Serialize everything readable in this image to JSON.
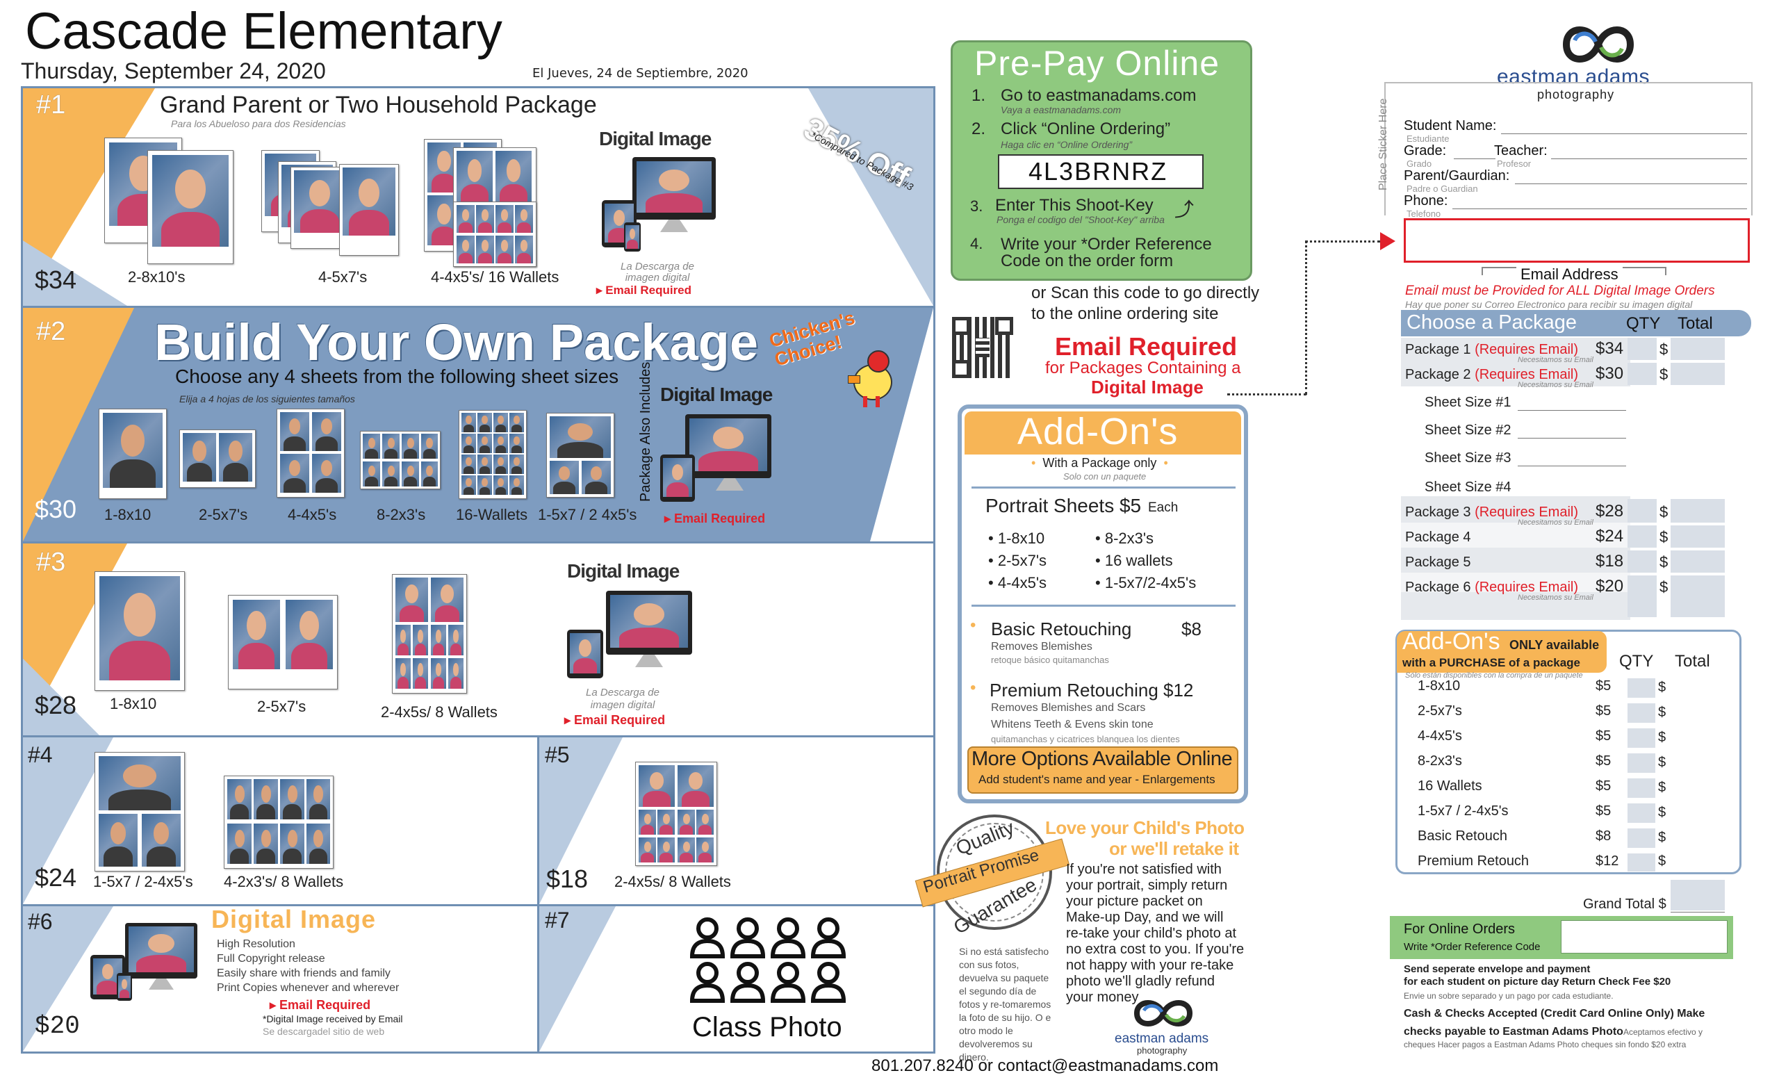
{
  "header": {
    "school": "Cascade Elementary",
    "date": "Thursday, September 24, 2020",
    "date_es": "El Jueves, 24 de Septiembre, 2020"
  },
  "pkg1": {
    "num": "#1",
    "title": "Grand Parent or Two Household Package",
    "title_es": "Para los Abueloso para dos Residencias",
    "discount": "35% Off",
    "discount_note": "*Compared to Package #3",
    "price": "$34",
    "items": [
      "2-8x10's",
      "4-5x7's",
      "4-4x5's/ 16 Wallets"
    ],
    "digital_label": "Digital Image",
    "digital_es": "La Descarga de imagen digital",
    "email_req": "Email Required"
  },
  "pkg2": {
    "num": "#2",
    "title": "Build Your Own Package",
    "badge": "Chicken's Choice!",
    "subtitle": "Choose any 4 sheets from the following sheet sizes",
    "subtitle_es": "Elija a 4 hojas de los siguientes tamaños",
    "price": "$30",
    "items": [
      "1-8x10",
      "2-5x7's",
      "4-4x5's",
      "8-2x3's",
      "16-Wallets",
      "1-5x7 / 2 4x5's"
    ],
    "also": "Package Also Includes",
    "digital_label": "Digital Image",
    "email_req": "Email Required"
  },
  "pkg3": {
    "num": "#3",
    "price": "$28",
    "items": [
      "1-8x10",
      "2-5x7's",
      "2-4x5s/ 8 Wallets"
    ],
    "digital_label": "Digital Image",
    "digital_es": "La Descarga de imagen digital",
    "email_req": "Email Required"
  },
  "pkg4": {
    "num": "#4",
    "price": "$24",
    "items": [
      "1-5x7 / 2-4x5's",
      "4-2x3's/ 8 Wallets"
    ]
  },
  "pkg5": {
    "num": "#5",
    "price": "$18",
    "items": [
      "2-4x5s/ 8 Wallets"
    ]
  },
  "pkg6": {
    "num": "#6",
    "price": "$20",
    "title": "Digital Image",
    "features": [
      "High Resolution",
      "Full Copyright release",
      "Easily share with friends and family",
      "Print Copies whenever and wherever"
    ],
    "email_req": "Email Required",
    "note": "*Digital Image received by Email",
    "note_es": "Se descargadel sitio de web"
  },
  "pkg7": {
    "num": "#7",
    "label": "Class Photo"
  },
  "prepay": {
    "title": "Pre-Pay Online",
    "step1": "Go to eastmanadams.com",
    "step1_es": "Vaya a eastmanadams.com",
    "step2": "Click “Online Ordering”",
    "step2_es": "Haga clic en “Online Ordering”",
    "code": "4L3BRNRZ",
    "step3": "Enter This Shoot-Key",
    "step3_es": "Ponga el codigo del \"Shoot-Key\" arriba",
    "step4a": "Write your *Order Reference",
    "step4b": "Code on the order form",
    "n1": "1.",
    "n2": "2.",
    "n3": "3.",
    "n4": "4."
  },
  "scan": {
    "line1": "or Scan this code to go directly",
    "line2": "to the online ordering site"
  },
  "email_block": {
    "title": "Email Required",
    "line2": "for Packages Containing a",
    "line3": "Digital Image"
  },
  "addons_box": {
    "title": "Add-On's",
    "with_pkg": "With a Package only",
    "with_pkg_es": "Solo con un paquete",
    "sheets_title": "Portrait Sheets $5",
    "each": "Each",
    "sheets_left": [
      "1-8x10",
      "2-5x7's",
      "4-4x5's"
    ],
    "sheets_right": [
      "8-2x3's",
      "16 wallets",
      "1-5x7/2-4x5's"
    ],
    "basic": "Basic Retouching",
    "basic_price": "$8",
    "basic_sub": "Removes Blemishes",
    "basic_es": "retoque básico quitamanchas",
    "premium": "Premium Retouching $12",
    "premium_sub1": "Removes Blemishes and Scars",
    "premium_sub2": "Whitens Teeth & Evens skin tone",
    "premium_es": "quitamanchas y cicatrices blanquea los dientes",
    "more": "More Options Available Online",
    "more_sub": "Add student's name and year - Enlargements"
  },
  "guarantee": {
    "seal_top": "Quality",
    "seal_mid": "Portrait Promise",
    "seal_bot": "Guarantee",
    "head1": "Love your Child's Photo",
    "head2": "or we'll retake it",
    "body": [
      "If you're not satisfied with",
      "your portrait, simply return",
      "your picture packet on",
      "Make-up Day, and we will",
      "re-take your child's photo at",
      "no extra cost to you. If you're",
      "not happy with your re-take",
      "photo we'll gladly refund",
      "your money"
    ],
    "es": [
      "Si no está satisfecho",
      "con sus fotos,",
      "devuelva su paquete",
      "el segundo día de",
      "fotos y re-tomaremos",
      "la foto de su hijo. O e",
      "otro modo le",
      "devolveremos su",
      "dinero."
    ]
  },
  "contact": "801.207.8240 or contact@eastmanadams.com",
  "brand": {
    "name": "eastman adams",
    "sub": "photography"
  },
  "form": {
    "sticker": "Place Sticker Here",
    "student": "Student Name:",
    "student_es": "Estudiante",
    "grade": "Grade:",
    "grade_es": "Grado",
    "teacher": "Teacher:",
    "teacher_es": "Profesor",
    "parent": "Parent/Gaurdian:",
    "parent_es": "Padre o Guardian",
    "phone": "Phone:",
    "phone_es": "Telefono",
    "email_label": "Email Address",
    "email_note": "Email must be Provided for ALL Digital Image Orders",
    "email_note_es": "Hay que poner su Correo Electronico para recibir su imagen digital",
    "choose": "Choose a Package",
    "qty": "QTY",
    "total": "Total",
    "packages": [
      {
        "label": "Package 1",
        "req": "(Requires Email)",
        "es": "Necesitamos su Email",
        "price": "$34",
        "cur": "$"
      },
      {
        "label": "Package 2",
        "req": "(Requires Email)",
        "es": "Necesitamos su Email",
        "price": "$30",
        "cur": "$"
      }
    ],
    "sheets": [
      "Sheet Size #1",
      "Sheet Size #2",
      "Sheet Size #3",
      "Sheet Size #4"
    ],
    "packages2": [
      {
        "label": "Package 3",
        "req": "(Requires Email)",
        "es": "Necesitamos su Email",
        "price": "$28",
        "cur": "$"
      },
      {
        "label": "Package 4",
        "req": "",
        "es": "",
        "price": "$24",
        "cur": "$"
      },
      {
        "label": "Package 5",
        "req": "",
        "es": "",
        "price": "$18",
        "cur": "$"
      },
      {
        "label": "Package 6",
        "req": "(Requires Email)",
        "es": "Necesitamos su Email",
        "price": "$20",
        "cur": "$"
      }
    ],
    "addons_title": "Add-On's",
    "addons_only": "ONLY available",
    "addons_with": "with a PURCHASE of a package",
    "addons_es": "Sólo están disponibles con la compra de un paquete",
    "addon_rows": [
      {
        "label": "1-8x10",
        "price": "$5",
        "cur": "$"
      },
      {
        "label": "2-5x7's",
        "price": "$5",
        "cur": "$"
      },
      {
        "label": "4-4x5's",
        "price": "$5",
        "cur": "$"
      },
      {
        "label": "8-2x3's",
        "price": "$5",
        "cur": "$"
      },
      {
        "label": "16 Wallets",
        "price": "$5",
        "cur": "$"
      },
      {
        "label": "1-5x7 / 2-4x5's",
        "price": "$5",
        "cur": "$"
      },
      {
        "label": "Basic Retouch",
        "price": "$8",
        "cur": "$"
      },
      {
        "label": "Premium Retouch",
        "price": "$12",
        "cur": "$"
      }
    ],
    "grand_total": "Grand Total $",
    "online_orders": "For Online Orders",
    "online_write": "Write *Order Reference Code",
    "send1": "Send seperate envelope and payment",
    "send2": "for each student on picture day Return Check Fee $20",
    "send_es": "Envie un sobre separado y un pago por cada estudiante.",
    "cash": "Cash & Checks Accepted (Credit Card Online Only) Make",
    "checks": "checks payable to Eastman Adams Photo",
    "checks_es1": "Aceptamos efectivo y",
    "checks_es2": "cheques Hacer pagos a Eastman Adams Photo cheques sin fondo $20 extra"
  }
}
